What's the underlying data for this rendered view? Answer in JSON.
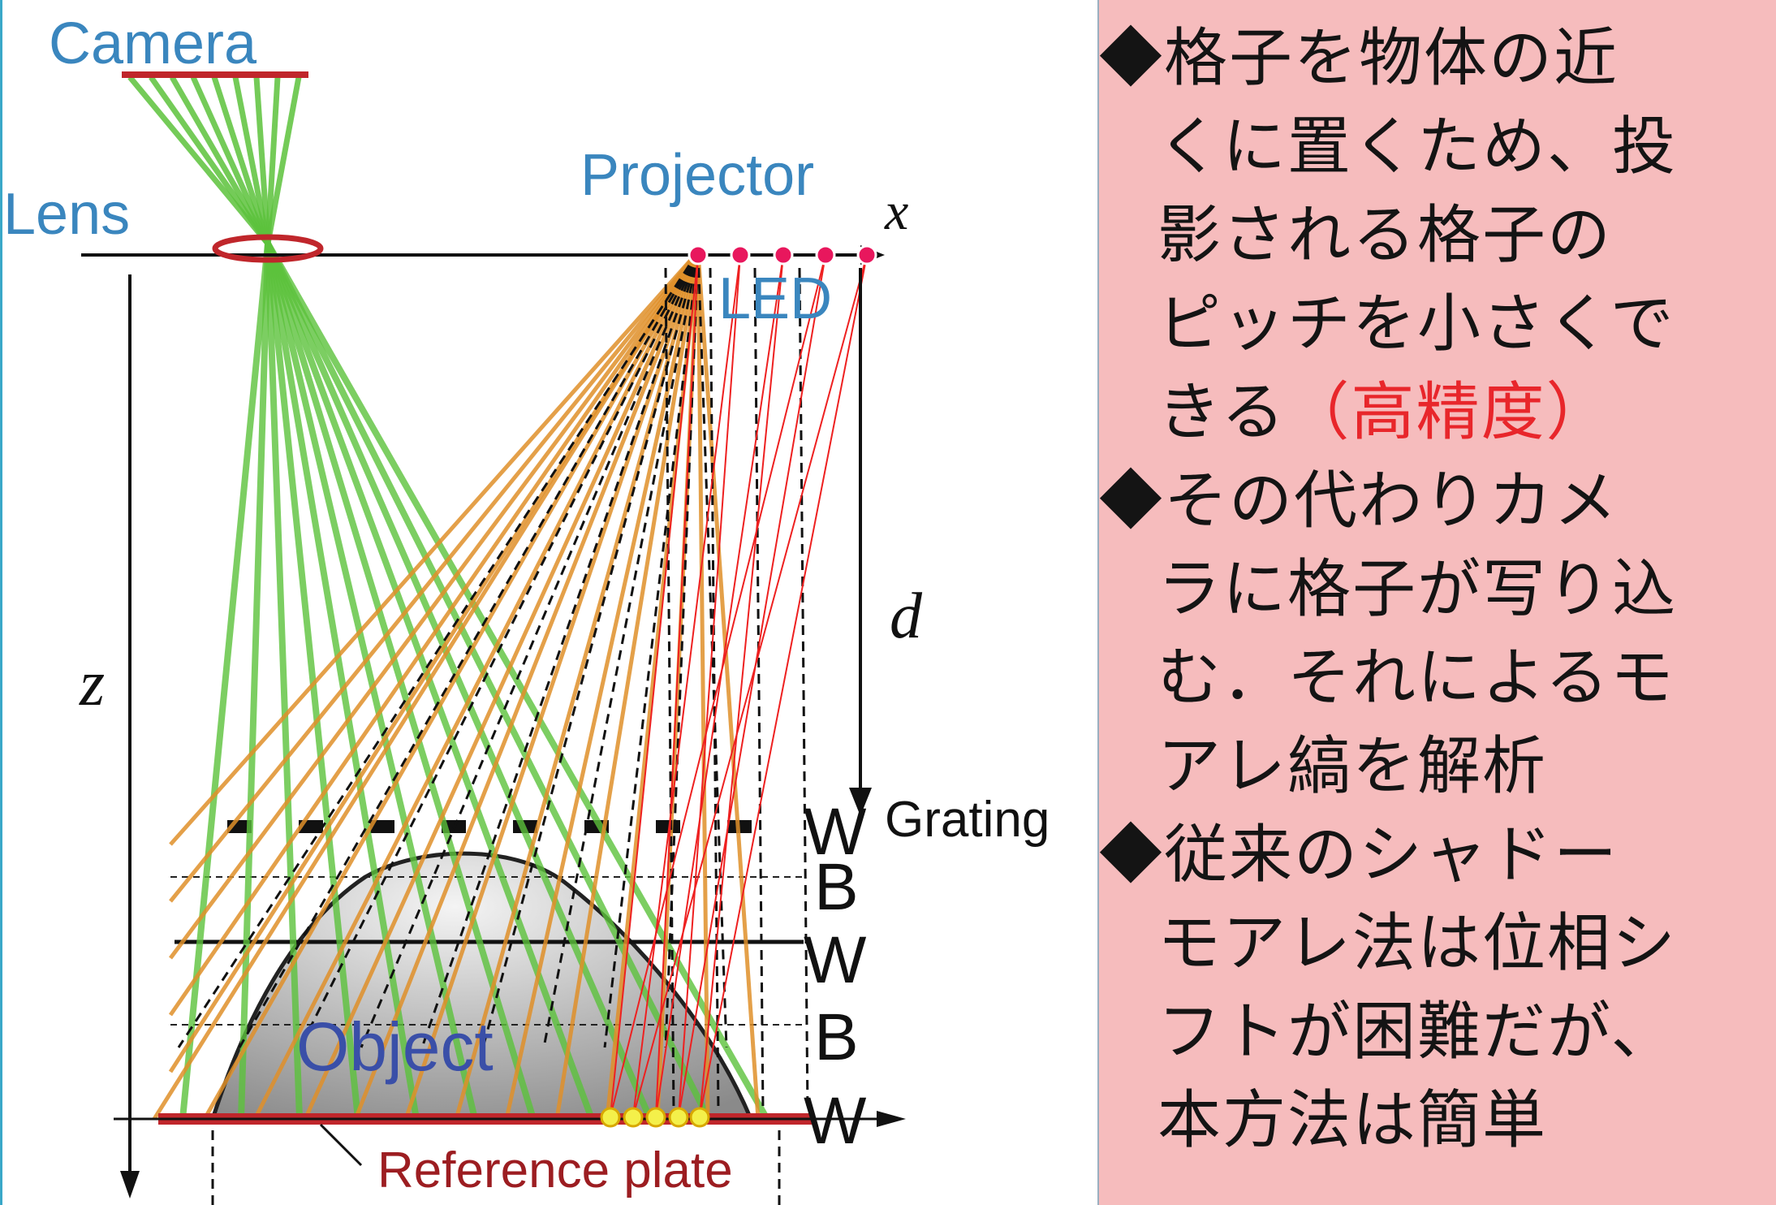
{
  "diagram": {
    "labels": {
      "camera": "Camera",
      "lens": "Lens",
      "projector": "Projector",
      "led": "LED",
      "x_axis": "x",
      "z_axis": "z",
      "d": "d",
      "grating": "Grating",
      "object": "Object",
      "reference_plate": "Reference plate"
    },
    "fringe_levels": [
      "W",
      "B",
      "W",
      "B",
      "W"
    ],
    "colors": {
      "camera_rays": "#5cc23c",
      "projector_rays": "#e0902a",
      "shadow_rays": "#111111",
      "led_rays": "#ee2020",
      "led_points": "#e8175d",
      "plate": "#c0262b",
      "object_fill": "#9a9a9a",
      "label_blue": "#3a86be"
    }
  },
  "panel": {
    "para1": {
      "lines": [
        "◆格子を物体の近",
        "くに置くため、投",
        "影される格子の",
        "ピッチを小さくで",
        "きる"
      ],
      "accent": "（高精度）"
    },
    "para2": {
      "lines": [
        "◆その代わりカメ",
        "ラに格子が写り込",
        "む．それによるモ",
        "アレ縞を解析"
      ]
    },
    "para3": {
      "lines": [
        "◆従来のシャドー",
        "モアレ法は位相シ",
        "フトが困難だが、",
        "本方法は簡単"
      ]
    },
    "colors": {
      "background": "#f6bcbd",
      "text": "#141414",
      "accent": "#e8262b"
    }
  }
}
